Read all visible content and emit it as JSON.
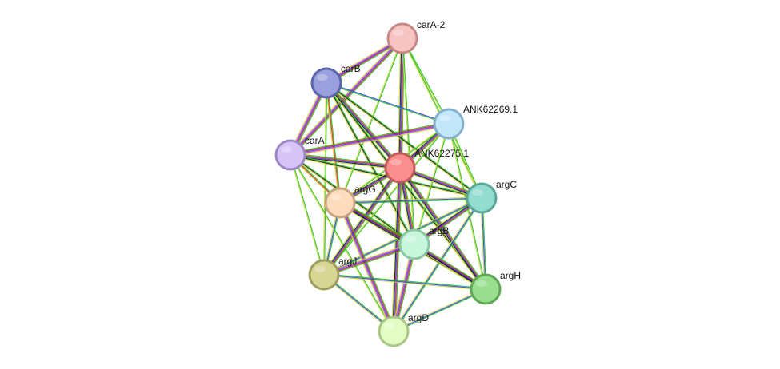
{
  "network": {
    "nodes": [
      {
        "id": "carA-2",
        "label": "carA-2",
        "fill": "#f7c4c4",
        "stroke": "#c98888"
      },
      {
        "id": "carB",
        "label": "carB",
        "fill": "#99a0dd",
        "stroke": "#5a64a8"
      },
      {
        "id": "ANK62269.1",
        "label": "ANK62269.1",
        "fill": "#c2e6fa",
        "stroke": "#84b2cc"
      },
      {
        "id": "carA",
        "label": "carA",
        "fill": "#d6c4f6",
        "stroke": "#9d86c6"
      },
      {
        "id": "ANK62275.1",
        "label": "ANK62275.1",
        "fill": "#fa8e8e",
        "stroke": "#c45a5a"
      },
      {
        "id": "argC",
        "label": "argC",
        "fill": "#92dcd0",
        "stroke": "#5aa89c"
      },
      {
        "id": "argG",
        "label": "argG",
        "fill": "#fcdcbc",
        "stroke": "#c9a47c"
      },
      {
        "id": "argB",
        "label": "argB",
        "fill": "#c8f6dc",
        "stroke": "#8ac8a4"
      },
      {
        "id": "argJ",
        "label": "argJ",
        "fill": "#d8d694",
        "stroke": "#a09e5c"
      },
      {
        "id": "argH",
        "label": "argH",
        "fill": "#98de8e",
        "stroke": "#5fa855"
      },
      {
        "id": "argD",
        "label": "argD",
        "fill": "#e2fcc4",
        "stroke": "#a8c884"
      }
    ],
    "edges": [
      {
        "source": "carA-2",
        "target": "carB",
        "colors": [
          "#1fbf1f",
          "#e41a1c",
          "#3333ff",
          "#cc33cc",
          "#c8d83a"
        ]
      },
      {
        "source": "carA-2",
        "target": "carA",
        "colors": [
          "#1fbf1f",
          "#e41a1c",
          "#3333ff",
          "#cc33cc",
          "#c8d83a"
        ]
      },
      {
        "source": "carA-2",
        "target": "ANK62269.1",
        "colors": [
          "#1fbf1f",
          "#c8d83a"
        ]
      },
      {
        "source": "carA-2",
        "target": "ANK62275.1",
        "colors": [
          "#1fbf1f",
          "#e41a1c",
          "#3333ff",
          "#111111",
          "#c8d83a"
        ]
      },
      {
        "source": "carA-2",
        "target": "argC",
        "colors": [
          "#1fbf1f",
          "#c8d83a"
        ]
      },
      {
        "source": "carA-2",
        "target": "argG",
        "colors": [
          "#1fbf1f",
          "#c8d83a"
        ]
      },
      {
        "source": "carA-2",
        "target": "argB",
        "colors": [
          "#1fbf1f",
          "#c8d83a"
        ]
      },
      {
        "source": "carB",
        "target": "carA",
        "colors": [
          "#1fbf1f",
          "#e41a1c",
          "#3333ff",
          "#cc33cc",
          "#c8d83a"
        ]
      },
      {
        "source": "carB",
        "target": "ANK62269.1",
        "colors": [
          "#3333ff",
          "#1fbf1f"
        ]
      },
      {
        "source": "carB",
        "target": "ANK62275.1",
        "colors": [
          "#1fbf1f",
          "#e41a1c",
          "#3333ff",
          "#111111",
          "#c8d83a"
        ]
      },
      {
        "source": "carB",
        "target": "argC",
        "colors": [
          "#1fbf1f",
          "#111111",
          "#c8d83a"
        ]
      },
      {
        "source": "carB",
        "target": "argG",
        "colors": [
          "#1fbf1f",
          "#e41a1c",
          "#c8d83a"
        ]
      },
      {
        "source": "carB",
        "target": "argB",
        "colors": [
          "#1fbf1f",
          "#111111",
          "#c8d83a"
        ]
      },
      {
        "source": "carB",
        "target": "argH",
        "colors": [
          "#1fbf1f",
          "#111111",
          "#c8d83a"
        ]
      },
      {
        "source": "carB",
        "target": "argJ",
        "colors": [
          "#1fbf1f",
          "#c8d83a"
        ]
      },
      {
        "source": "carA",
        "target": "ANK62269.1",
        "colors": [
          "#1fbf1f",
          "#e41a1c",
          "#3333ff",
          "#cc33cc",
          "#c8d83a"
        ]
      },
      {
        "source": "carA",
        "target": "ANK62275.1",
        "colors": [
          "#1fbf1f",
          "#e41a1c",
          "#3333ff",
          "#111111",
          "#c8d83a"
        ]
      },
      {
        "source": "carA",
        "target": "argC",
        "colors": [
          "#1fbf1f",
          "#111111",
          "#c8d83a"
        ]
      },
      {
        "source": "carA",
        "target": "argG",
        "colors": [
          "#1fbf1f",
          "#e41a1c",
          "#c8d83a"
        ]
      },
      {
        "source": "carA",
        "target": "argB",
        "colors": [
          "#1fbf1f",
          "#111111",
          "#c8d83a"
        ]
      },
      {
        "source": "carA",
        "target": "argJ",
        "colors": [
          "#1fbf1f",
          "#c8d83a"
        ]
      },
      {
        "source": "carA",
        "target": "argD",
        "colors": [
          "#1fbf1f",
          "#c8d83a"
        ]
      },
      {
        "source": "ANK62269.1",
        "target": "ANK62275.1",
        "colors": [
          "#1fbf1f",
          "#e41a1c",
          "#3333ff",
          "#111111",
          "#c8d83a"
        ]
      },
      {
        "source": "ANK62269.1",
        "target": "argC",
        "colors": [
          "#1fbf1f",
          "#c8d83a"
        ]
      },
      {
        "source": "ANK62269.1",
        "target": "argG",
        "colors": [
          "#1fbf1f",
          "#c8d83a"
        ]
      },
      {
        "source": "ANK62269.1",
        "target": "argB",
        "colors": [
          "#1fbf1f",
          "#c8d83a"
        ]
      },
      {
        "source": "ANK62269.1",
        "target": "argH",
        "colors": [
          "#1fbf1f",
          "#c8d83a"
        ]
      },
      {
        "source": "ANK62269.1",
        "target": "argJ",
        "colors": [
          "#1fbf1f",
          "#c8d83a"
        ]
      },
      {
        "source": "ANK62275.1",
        "target": "argC",
        "colors": [
          "#1fbf1f",
          "#e41a1c",
          "#3333ff",
          "#111111",
          "#c8d83a"
        ]
      },
      {
        "source": "ANK62275.1",
        "target": "argG",
        "colors": [
          "#1fbf1f",
          "#e41a1c",
          "#3333ff",
          "#111111",
          "#c8d83a"
        ]
      },
      {
        "source": "ANK62275.1",
        "target": "argB",
        "colors": [
          "#1fbf1f",
          "#e41a1c",
          "#3333ff",
          "#111111",
          "#c8d83a"
        ]
      },
      {
        "source": "ANK62275.1",
        "target": "argJ",
        "colors": [
          "#1fbf1f",
          "#e41a1c",
          "#3333ff",
          "#111111",
          "#c8d83a"
        ]
      },
      {
        "source": "ANK62275.1",
        "target": "argH",
        "colors": [
          "#1fbf1f",
          "#e41a1c",
          "#3333ff",
          "#111111",
          "#c8d83a"
        ]
      },
      {
        "source": "ANK62275.1",
        "target": "argD",
        "colors": [
          "#1fbf1f",
          "#e41a1c",
          "#3333ff",
          "#111111",
          "#c8d83a"
        ]
      },
      {
        "source": "argC",
        "target": "argG",
        "colors": [
          "#1fbf1f",
          "#3333ff",
          "#c8d83a"
        ]
      },
      {
        "source": "argC",
        "target": "argB",
        "colors": [
          "#1fbf1f",
          "#e41a1c",
          "#3333ff",
          "#111111",
          "#c8d83a"
        ]
      },
      {
        "source": "argC",
        "target": "argJ",
        "colors": [
          "#1fbf1f",
          "#3333ff",
          "#c8d83a"
        ]
      },
      {
        "source": "argC",
        "target": "argH",
        "colors": [
          "#1fbf1f",
          "#3333ff",
          "#c8d83a"
        ]
      },
      {
        "source": "argC",
        "target": "argD",
        "colors": [
          "#1fbf1f",
          "#3333ff",
          "#c8d83a"
        ]
      },
      {
        "source": "argG",
        "target": "argB",
        "colors": [
          "#1fbf1f",
          "#e41a1c",
          "#3333ff",
          "#111111",
          "#c8d83a"
        ]
      },
      {
        "source": "argG",
        "target": "argJ",
        "colors": [
          "#1fbf1f",
          "#3333ff",
          "#c8d83a"
        ]
      },
      {
        "source": "argG",
        "target": "argH",
        "colors": [
          "#1fbf1f",
          "#e41a1c",
          "#3333ff",
          "#111111",
          "#c8d83a"
        ]
      },
      {
        "source": "argG",
        "target": "argD",
        "colors": [
          "#1fbf1f",
          "#e41a1c",
          "#3333ff",
          "#cc33cc",
          "#c8d83a"
        ]
      },
      {
        "source": "argB",
        "target": "argJ",
        "colors": [
          "#1fbf1f",
          "#e41a1c",
          "#3333ff",
          "#cc33cc",
          "#c8d83a"
        ]
      },
      {
        "source": "argB",
        "target": "argH",
        "colors": [
          "#1fbf1f",
          "#e41a1c",
          "#3333ff",
          "#111111",
          "#c8d83a"
        ]
      },
      {
        "source": "argB",
        "target": "argD",
        "colors": [
          "#1fbf1f",
          "#e41a1c",
          "#3333ff",
          "#cc33cc",
          "#c8d83a"
        ]
      },
      {
        "source": "argJ",
        "target": "argH",
        "colors": [
          "#1fbf1f",
          "#3333ff",
          "#c8d83a"
        ]
      },
      {
        "source": "argJ",
        "target": "argD",
        "colors": [
          "#1fbf1f",
          "#3333ff",
          "#c8d83a"
        ]
      },
      {
        "source": "argH",
        "target": "argD",
        "colors": [
          "#1fbf1f",
          "#3333ff",
          "#c8d83a"
        ]
      }
    ]
  }
}
